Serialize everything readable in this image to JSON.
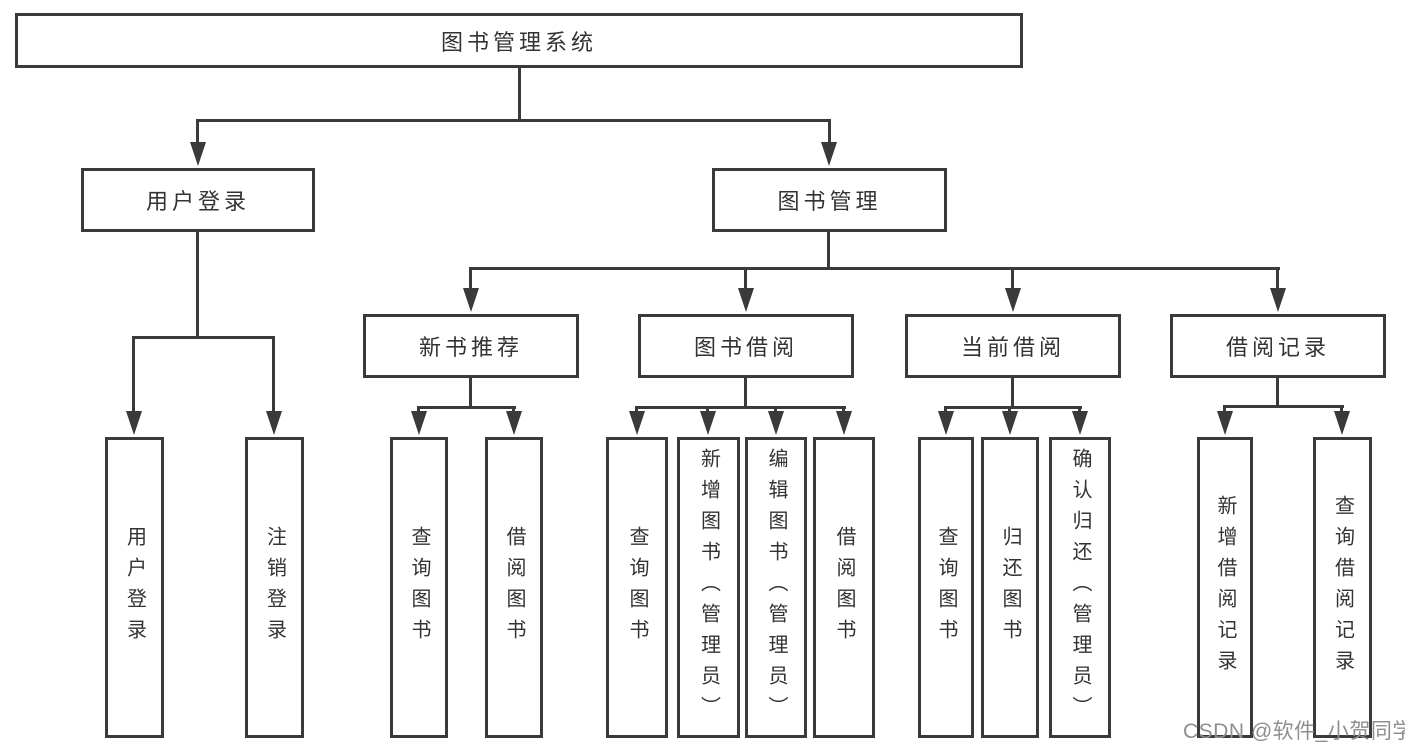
{
  "colors": {
    "line": "#3a3a3a",
    "text": "#333333",
    "background": "#ffffff",
    "watermark": "#8f8f8f"
  },
  "watermark": "CSDN @软件_小贺同学",
  "tree": {
    "label": "图书管理系统",
    "children": [
      {
        "label": "用户登录",
        "children": [
          {
            "label": "用户登录"
          },
          {
            "label": "注销登录"
          }
        ]
      },
      {
        "label": "图书管理",
        "children": [
          {
            "label": "新书推荐",
            "children": [
              {
                "label": "查询图书"
              },
              {
                "label": "借阅图书"
              }
            ]
          },
          {
            "label": "图书借阅",
            "children": [
              {
                "label": "查询图书"
              },
              {
                "label": "新增图书（管理员）"
              },
              {
                "label": "编辑图书（管理员）"
              },
              {
                "label": "借阅图书"
              }
            ]
          },
          {
            "label": "当前借阅",
            "children": [
              {
                "label": "查询图书"
              },
              {
                "label": "归还图书"
              },
              {
                "label": "确认归还（管理员）"
              }
            ]
          },
          {
            "label": "借阅记录",
            "children": [
              {
                "label": "新增借阅记录"
              },
              {
                "label": "查询借阅记录"
              }
            ]
          }
        ]
      }
    ]
  }
}
